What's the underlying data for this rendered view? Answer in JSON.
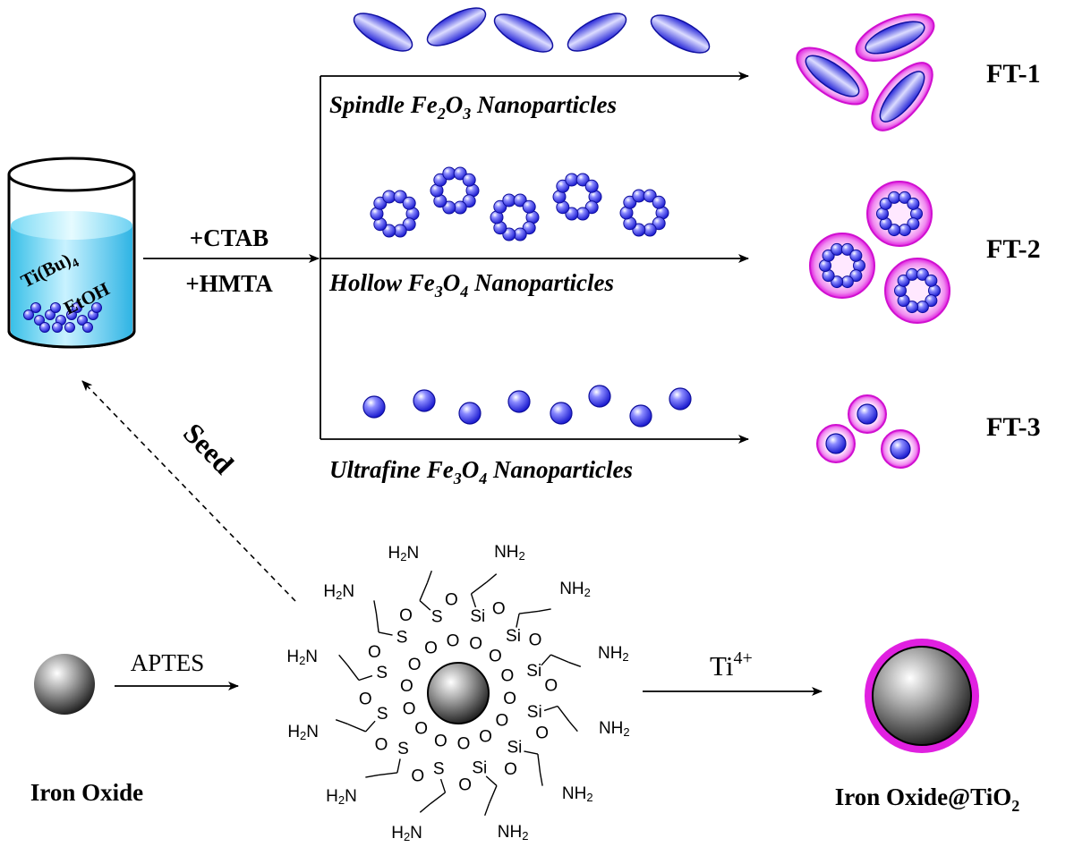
{
  "beaker": {
    "line1": "Ti(Bu)",
    "line1_sub": "4",
    "line2": "EtOH"
  },
  "reagents": [
    "+CTAB",
    "+HMTA"
  ],
  "seed_label": "Seed",
  "branches": [
    {
      "prefix": "Spindle Fe",
      "s1": "2",
      "mid": "O",
      "s2": "3",
      "suffix": " Nanoparticles",
      "product": "FT-1"
    },
    {
      "prefix": "Hollow Fe",
      "s1": "3",
      "mid": "O",
      "s2": "4",
      "suffix": " Nanoparticles",
      "product": "FT-2"
    },
    {
      "prefix": "Ultrafine Fe",
      "s1": "3",
      "mid": "O",
      "s2": "4",
      "suffix": " Nanoparticles",
      "product": "FT-3"
    }
  ],
  "bottom": {
    "iron_oxide": "Iron Oxide",
    "aptes": "APTES",
    "ti_base": "Ti",
    "ti_sup": "4+",
    "product_base": "Iron Oxide@TiO",
    "product_sub": "2"
  },
  "molecule": {
    "o": "O",
    "si": "Si",
    "s": "S",
    "nh2_base": "NH",
    "h2n_base": "H",
    "h2n_tail": "N",
    "sub2": "2"
  },
  "colors": {
    "nanoparticle_blue": "#3a3ae6",
    "coating_magenta": "#e020e0",
    "beaker_liquid": "#33ccf0"
  }
}
